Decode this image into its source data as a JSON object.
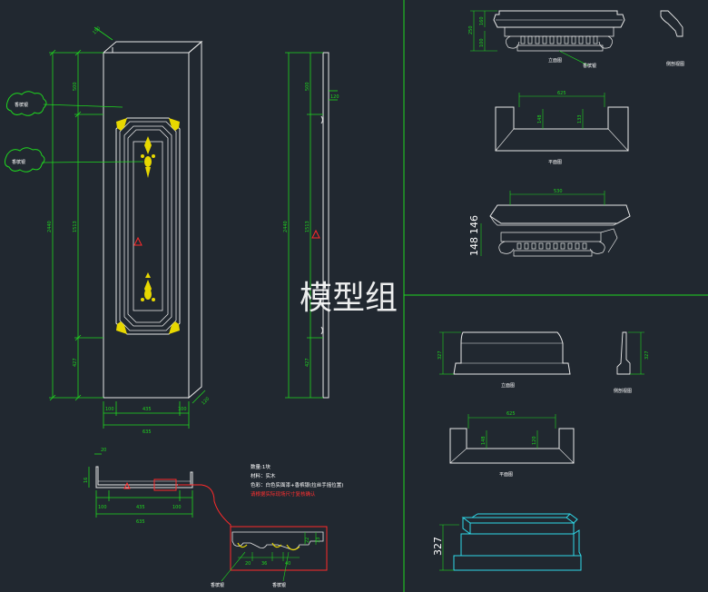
{
  "watermark": "模型组",
  "colors": {
    "background": "#212830",
    "outline": "#e8e8e8",
    "dimension": "#1fd81f",
    "ornament": "#e8d800",
    "divider": "#1fd81f",
    "cyan_model": "#2fd8e8",
    "red": "#ff2a2a"
  },
  "main_elevation": {
    "callouts": [
      "香槟银",
      "香槟银"
    ],
    "dims": {
      "top_depth": "150",
      "overall_height": "2440",
      "upper": "500",
      "middle": "1513",
      "lower": "427",
      "width_parts": [
        "100",
        "435",
        "100"
      ],
      "overall_width": "635",
      "side_depth": "120"
    }
  },
  "side_elevation": {
    "dims": {
      "overall_height": "2440",
      "upper": "500",
      "middle": "1513",
      "lower": "427",
      "thickness": "120"
    }
  },
  "plan_section": {
    "dims": {
      "top": "20",
      "left": "16",
      "parts": [
        "100",
        "435",
        "100"
      ],
      "overall": "635"
    }
  },
  "notes": {
    "qty": "数量:1块",
    "material": "材料：实木",
    "finish": "色彩：白色实面漆+香槟银(拉丝手摇位置)",
    "warning": "请根据实际现场尺寸复核确认"
  },
  "detail": {
    "callouts": [
      "香槟银",
      "香槟银"
    ],
    "dims": [
      "20",
      "36",
      "40",
      "33",
      "22"
    ]
  },
  "capital_top": {
    "front_label": "立面图",
    "front_callout": "香槟银",
    "side_label": "侧剖视图",
    "dims_front": [
      "250",
      "160",
      "100"
    ],
    "plan_label": "平面图",
    "plan_dims": [
      "625",
      "148",
      "133"
    ],
    "iso_dims": [
      "530",
      "148",
      "146"
    ]
  },
  "base_right": {
    "front_label": "立面图",
    "side_label": "侧剖视图",
    "plan_label": "平面图",
    "front_height": "327",
    "side_height": "327",
    "plan_dims": [
      "625",
      "148",
      "120"
    ],
    "model_height": "327"
  }
}
